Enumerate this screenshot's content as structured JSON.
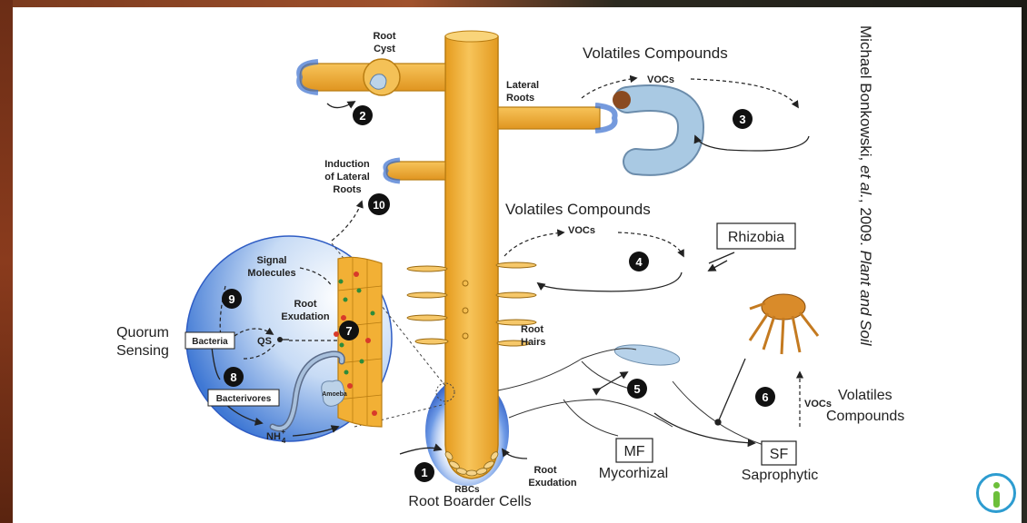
{
  "labels": {
    "root_cyst": [
      "Root",
      "Cyst"
    ],
    "volatiles_top": "Volatiles Compounds",
    "vocs": "VOCs",
    "lateral_roots": [
      "Lateral",
      "Roots"
    ],
    "induction": [
      "Induction",
      "of Lateral",
      "Roots"
    ],
    "volatiles_mid": "Volatiles Compounds",
    "rhizobia": "Rhizobia",
    "signal_molecules": [
      "Signal",
      "Molecules"
    ],
    "root_exudation_zoom": [
      "Root",
      "Exudation"
    ],
    "quorum_sensing": [
      "Quorum",
      "Sensing"
    ],
    "bacteria": "Bacteria",
    "qs": "QS",
    "bacterivores": "Bacterivores",
    "amoeba": "Amoeba",
    "nh4": "NH",
    "nh4_sub": "4",
    "nh4_sup": "+",
    "root_hairs": [
      "Root",
      "Hairs"
    ],
    "volatiles_right": [
      "Volatiles",
      "Compounds"
    ],
    "mf": "MF",
    "mycorhizal": "Mycorhizal",
    "sf": "SF",
    "saprophytic": "Saprophytic",
    "root_exudation_bottom": [
      "Root",
      "Exudation"
    ],
    "rbcs": "RBCs",
    "root_border_cells": "Root Boarder Cells"
  },
  "numbers": [
    "1",
    "2",
    "3",
    "4",
    "5",
    "6",
    "7",
    "8",
    "9",
    "10"
  ],
  "credit": {
    "authors": "Michael Bonkowski, ",
    "etal": "et al.",
    "year": ", 2009. ",
    "journal": "Plant and Soil"
  },
  "colors": {
    "root": "#f2b035",
    "root_stroke": "#b97d12",
    "halo": "#3a6fcf",
    "grub": "#a9c9e3",
    "mite": "#d98b2a"
  }
}
